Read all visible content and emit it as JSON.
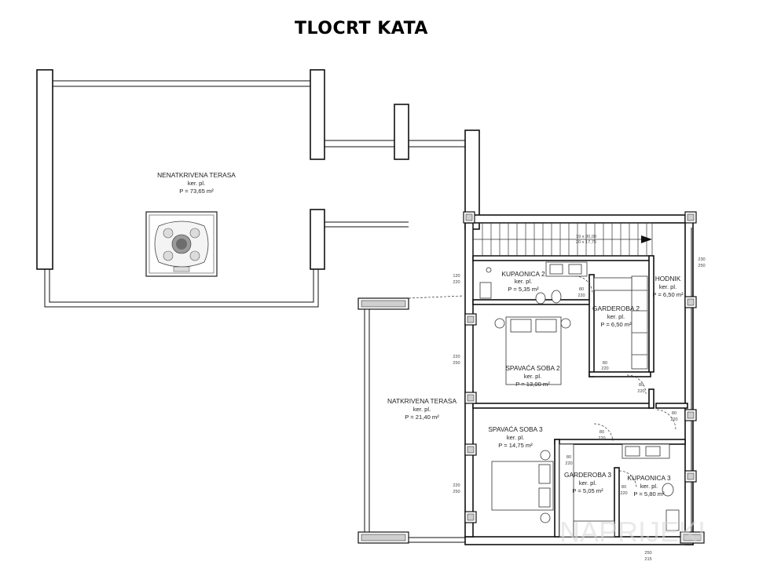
{
  "title": "TLOCRT KATA",
  "rooms": [
    {
      "id": "nenatkrivena",
      "name": "NENATKRIVENA TERASA",
      "floor": "ker. pl.",
      "area": "P = 73,65 m²"
    },
    {
      "id": "natkrivena",
      "name": "NATKRIVENA TERASA",
      "floor": "ker. pl.",
      "area": "P = 21,40 m²"
    },
    {
      "id": "kupaonica2",
      "name": "KUPAONICA 2",
      "floor": "ker. pl.",
      "area": "P = 5,35 m²"
    },
    {
      "id": "hodnik",
      "name": "HODNIK",
      "floor": "ker. pl.",
      "area": "P = 6,50 m²"
    },
    {
      "id": "garderoba2",
      "name": "GARDEROBA 2",
      "floor": "ker. pl.",
      "area": "P = 6,50 m²"
    },
    {
      "id": "spavaca2",
      "name": "SPAVAĆA SOBA 2",
      "floor": "ker. pl.",
      "area": "P = 13,00 m²"
    },
    {
      "id": "spavaca3",
      "name": "SPAVAĆA SOBA 3",
      "floor": "ker. pl.",
      "area": "P = 14,75 m²"
    },
    {
      "id": "garderoba3",
      "name": "GARDEROBA 3",
      "floor": "ker. pl.",
      "area": "P = 5,05 m²"
    },
    {
      "id": "kupaonica3",
      "name": "KUPAONICA 3",
      "floor": "ker. pl.",
      "area": "P = 5,80 m²"
    }
  ],
  "stairs_dims": [
    "19 x 30,00",
    "20 x 17,75"
  ],
  "dims": {
    "d120_220": [
      "120",
      "220"
    ],
    "d220_250a": [
      "220",
      "250"
    ],
    "d220_250b": [
      "220",
      "250"
    ],
    "d230_250": [
      "230",
      "250"
    ],
    "d80_220a": [
      "80",
      "220"
    ],
    "d80_220b": [
      "80",
      "220"
    ],
    "d80_220c": [
      "80",
      "220"
    ],
    "d80_220d": [
      "80",
      "220"
    ],
    "d80_220e": [
      "80",
      "220"
    ],
    "d80_220f": [
      "80",
      "220"
    ],
    "d80_220g": [
      "80",
      "220"
    ],
    "d250_215": [
      "250",
      "215"
    ]
  },
  "watermark": "NAPRIJEKI"
}
